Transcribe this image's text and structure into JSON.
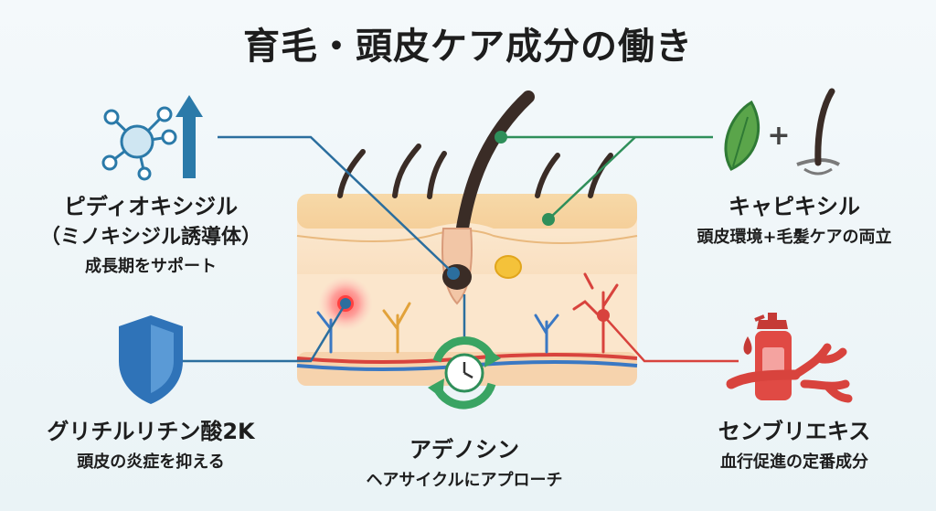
{
  "title": "育毛・頭皮ケア成分の働き",
  "ingredients": {
    "pidioxidil": {
      "name": "ピディオキシジル",
      "alias": "（ミノキシジル誘導体）",
      "effect": "成長期をサポート",
      "icon": "molecule-icon",
      "color": "#2b7aa9"
    },
    "capixyl": {
      "name": "キャピキシル",
      "effect": "頭皮環境+毛髪ケアの両立",
      "icon": "leaf-plus-hair-icon",
      "color": "#2f8f5a"
    },
    "glycyrrhizinate": {
      "name": "グリチルリチン酸2K",
      "effect": "頭皮の炎症を抑える",
      "icon": "shield-icon",
      "color": "#2b7aa9"
    },
    "adenosine": {
      "name": "アデノシン",
      "effect": "ヘアサイクルにアプローチ",
      "icon": "cycle-clock-icon",
      "color": "#2f8f5a"
    },
    "swertia": {
      "name": "センブリエキス",
      "effect": "血行促進の定番成分",
      "icon": "bottle-blood-vessel-icon",
      "color": "#d8433d"
    }
  }
}
